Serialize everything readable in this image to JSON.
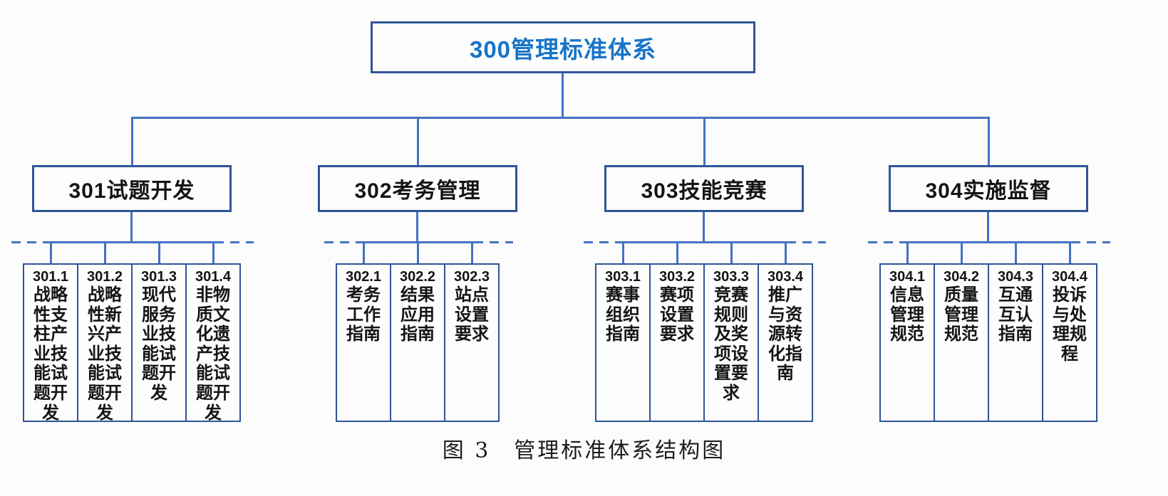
{
  "root": {
    "label": "300管理标准体系"
  },
  "caption": "图 3　管理标准体系结构图",
  "colors": {
    "connector_blue": "#4472C4",
    "border_blue": "#2F5597",
    "title_blue": "#1774C8",
    "text_black": "#141414"
  },
  "groups": [
    {
      "label": "301试题开发",
      "children": [
        {
          "code": "301.1",
          "label": "战略性支柱产业技能试题开发"
        },
        {
          "code": "301.2",
          "label": "战略性新兴产业技能试题开发"
        },
        {
          "code": "301.3",
          "label": "现代服务业技能试题开发"
        },
        {
          "code": "301.4",
          "label": "非物质文化遗产技能试题开发"
        }
      ]
    },
    {
      "label": "302考务管理",
      "children": [
        {
          "code": "302.1",
          "label": "考务工作指南"
        },
        {
          "code": "302.2",
          "label": "结果应用指南"
        },
        {
          "code": "302.3",
          "label": "站点设置要求"
        }
      ]
    },
    {
      "label": "303技能竞赛",
      "children": [
        {
          "code": "303.1",
          "label": "赛事组织指南"
        },
        {
          "code": "303.2",
          "label": "赛项设置要求"
        },
        {
          "code": "303.3",
          "label": "竞赛规则及奖项设置要求"
        },
        {
          "code": "303.4",
          "label": "推广与资源转化指南"
        }
      ]
    },
    {
      "label": "304实施监督",
      "children": [
        {
          "code": "304.1",
          "label": "信息管理规范"
        },
        {
          "code": "304.2",
          "label": "质量管理规范"
        },
        {
          "code": "304.3",
          "label": "互通互认指南"
        },
        {
          "code": "304.4",
          "label": "投诉与处理规程"
        }
      ]
    }
  ]
}
